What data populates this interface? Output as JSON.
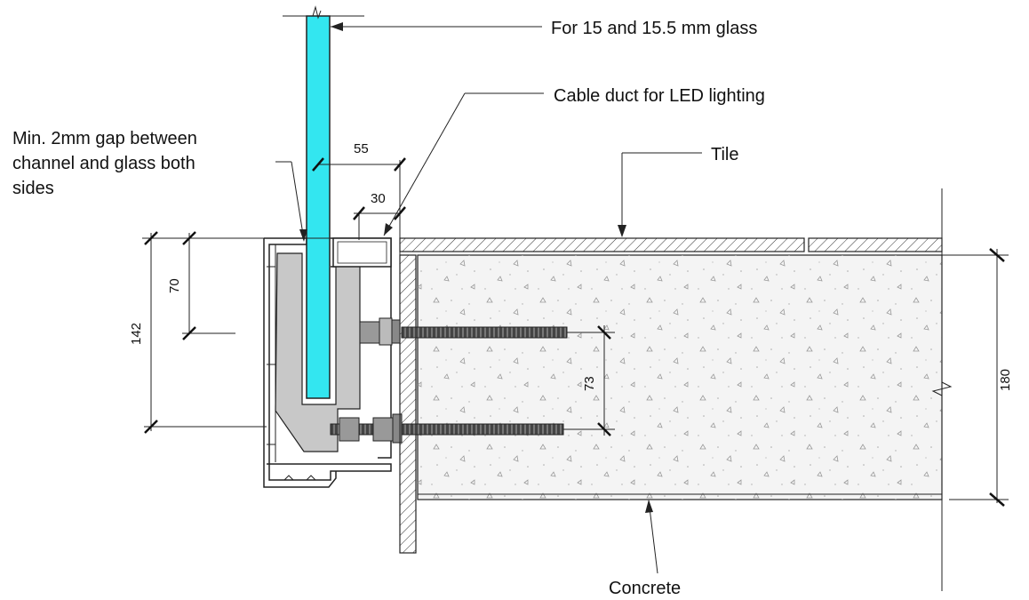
{
  "labels": {
    "glass": "For  15 and 15.5 mm glass",
    "cable_duct": "Cable duct for LED lighting",
    "gap_line1": "Min. 2mm gap between",
    "gap_line2": "channel and glass both",
    "gap_line3": "sides",
    "tile": "Tile",
    "concrete": "Concrete"
  },
  "dimensions": {
    "d55": "55",
    "d30": "30",
    "d70": "70",
    "d142": "142",
    "d73": "73",
    "d180": "180"
  },
  "colors": {
    "glass": "#33e6f0",
    "clamp": "#c8c8c8",
    "concrete_fill": "#f4f4f4",
    "line": "#222222"
  }
}
